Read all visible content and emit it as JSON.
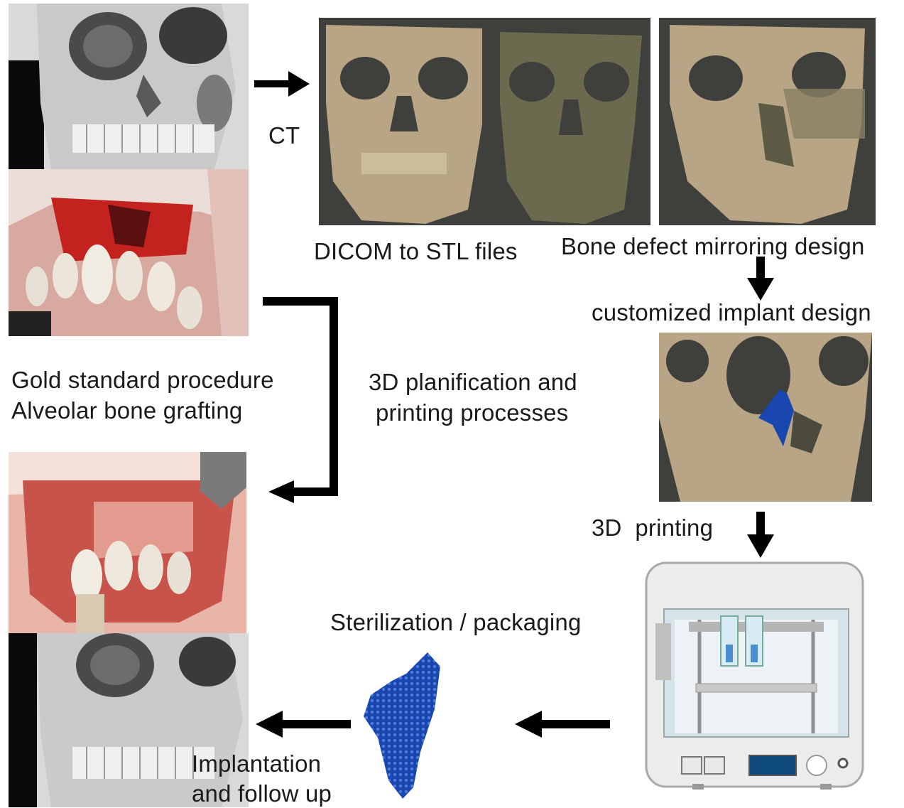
{
  "labels": {
    "ct": "CT",
    "dicom": "DICOM to STL files",
    "mirroring": "Bone defect mirroring design",
    "implant_design": "customized implant design",
    "gold_line1": "Gold standard procedure",
    "gold_line2": "Alveolar bone grafting",
    "planif_line1": "3D planification and",
    "planif_line2": "printing processes",
    "printing": "3D  printing",
    "sterilization": "Sterilization / packaging",
    "implantation_line1": "Implantation",
    "implantation_line2": "and follow up"
  },
  "colors": {
    "bone_model": "#b8a585",
    "model_background": "#3f3f3c",
    "implant": "#1a46b0",
    "blood": "#c4221e",
    "arrow": "#000000"
  }
}
